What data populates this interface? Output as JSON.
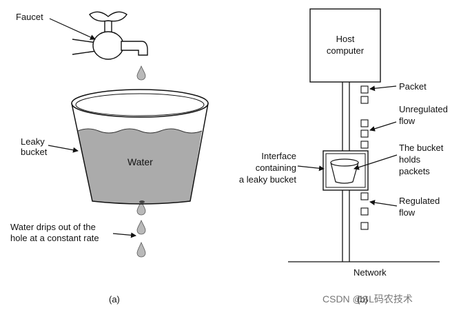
{
  "left": {
    "faucet": "Faucet",
    "leaky_bucket_line1": "Leaky",
    "leaky_bucket_line2": "bucket",
    "water": "Water",
    "drips_line1": "Water drips out of the",
    "drips_line2": "hole at a constant rate",
    "caption": "(a)"
  },
  "right": {
    "host_line1": "Host",
    "host_line2": "computer",
    "packet": "Packet",
    "unregulated_line1": "Unregulated",
    "unregulated_line2": "flow",
    "bucket_holds_line1": "The bucket",
    "bucket_holds_line2": "holds",
    "bucket_holds_line3": "packets",
    "interface_line1": "Interface",
    "interface_line2": "containing",
    "interface_line3": "a leaky bucket",
    "regulated_line1": "Regulated",
    "regulated_line2": "flow",
    "network": "Network",
    "caption": "(b)"
  },
  "watermark": "CSDN @SL码农技术"
}
